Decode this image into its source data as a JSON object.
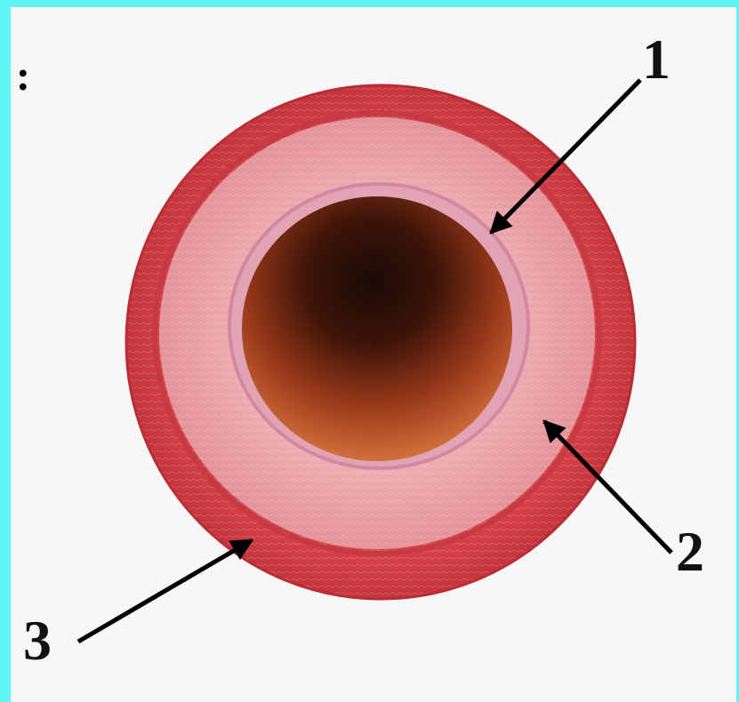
{
  "figure": {
    "prefix_text": ":",
    "labels": [
      "1",
      "2",
      "3"
    ]
  },
  "colors": {
    "frame": "#5ff5f5",
    "background": "#f7f7f7",
    "outer_layer": "#d9434a",
    "middle_layer": "#e99aa0",
    "inner_layer": "#e2a3b4",
    "lumen_center": "#1a0a06",
    "lumen_edge": "#c05a2c"
  }
}
